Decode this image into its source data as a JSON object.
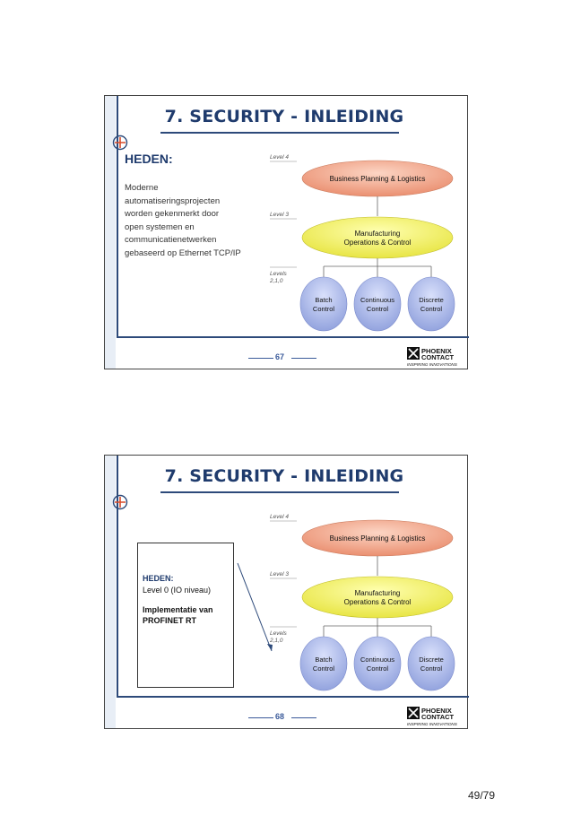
{
  "slides": [
    {
      "title": "7. SECURITY - INLEIDING",
      "heading": "HEDEN:",
      "description_lines": [
        "Moderne",
        "automatiseringsprojecten",
        "worden gekenmerkt door",
        "open systemen en",
        "communicatienetwerken",
        "gebaseerd op Ethernet TCP/IP"
      ],
      "page_number": "67"
    },
    {
      "title": "7. SECURITY - INLEIDING",
      "box": {
        "heading": "HEDEN:",
        "line1": "Level 0 (IO niveau)",
        "line2": "Implementatie van",
        "line3": "PROFINET RT"
      },
      "page_number": "68"
    }
  ],
  "diagram": {
    "level4_label": "Level 4",
    "level3_label": "Level 3",
    "levels_label_line1": "Levels",
    "levels_label_line2": "2,1,0",
    "top_node": "Business Planning & Logistics",
    "mid_node_line1": "Manufacturing",
    "mid_node_line2": "Operations & Control",
    "bottom_nodes": [
      {
        "line1": "Batch",
        "line2": "Control"
      },
      {
        "line1": "Continuous",
        "line2": "Control"
      },
      {
        "line1": "Discrete",
        "line2": "Control"
      }
    ],
    "colors": {
      "top_fill": "#f2a58a",
      "mid_fill": "#f4f25a",
      "bottom_fill": "#a9b8e8",
      "label_color": "#555555"
    }
  },
  "brand": {
    "name_line1": "PHOENIX",
    "name_line2": "CONTACT",
    "tagline": "INSPIRING INNOVATIONS"
  },
  "page_counter": "49/79"
}
